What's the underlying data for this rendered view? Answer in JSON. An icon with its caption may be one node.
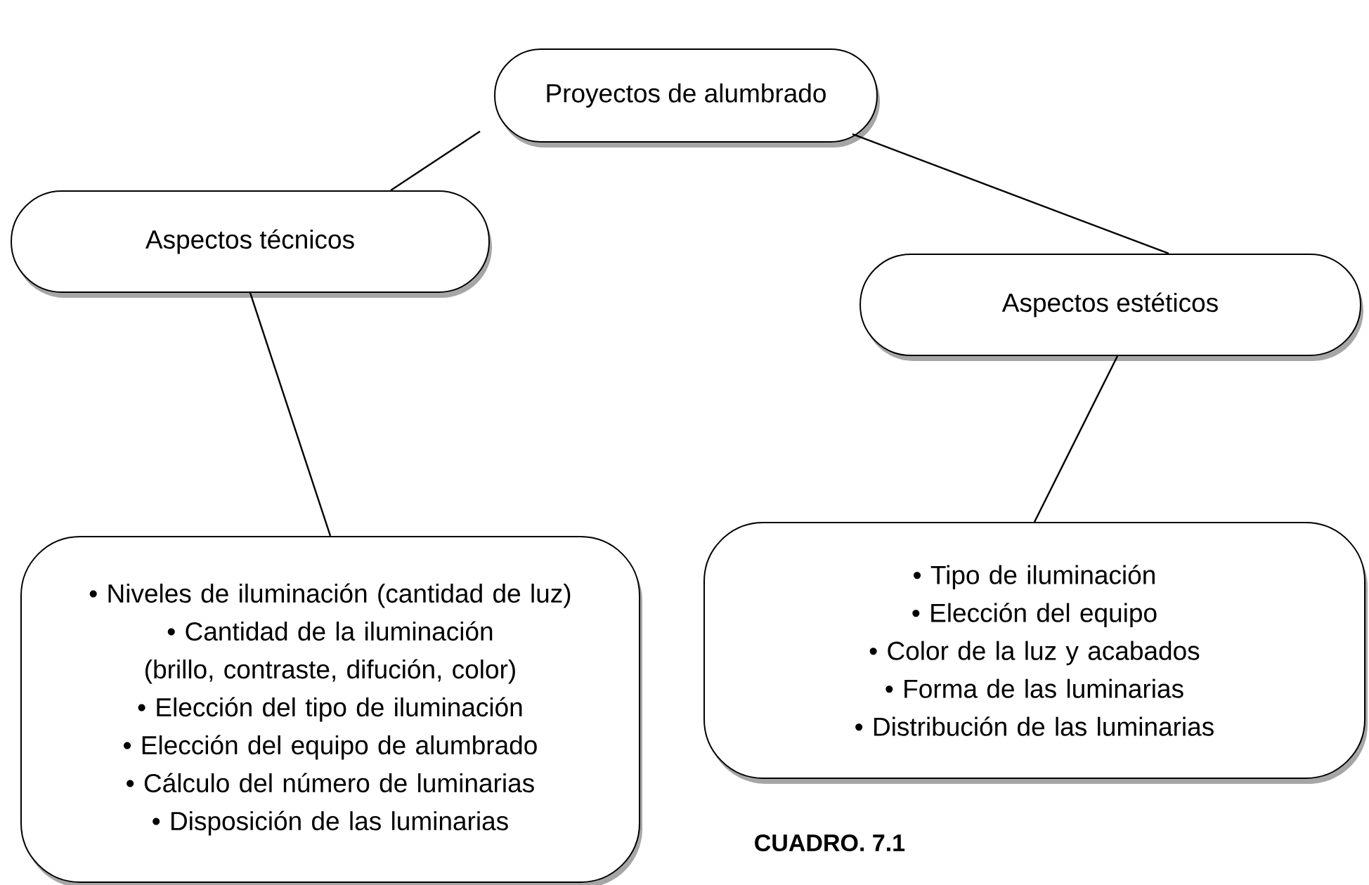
{
  "diagram": {
    "caption": "CUADRO. 7.1",
    "nodes": [
      {
        "text": [
          "Proyectos de alumbrado"
        ]
      },
      {
        "text": [
          "Aspectos técnicos"
        ]
      },
      {
        "text": [
          "Aspectos estéticos"
        ]
      },
      {
        "text": [
          "• Niveles de iluminación (cantidad de luz)",
          "• Cantidad de la iluminación (brillo, contraste, difución, color)",
          "• Elección del tipo de iluminación",
          "• Elección del equipo de alumbrado",
          "• Cálculo del número de luminarias",
          "• Disposición de las luminarias"
        ]
      },
      {
        "text": [
          "• Tipo de iluminación",
          "• Elección del equipo",
          "• Color de la luz y acabados",
          "• Forma de las luminarias",
          "• Distribución de las luminarias"
        ]
      }
    ],
    "edges": [
      {
        "from": 0,
        "to": 1,
        "arrow": "none"
      },
      {
        "from": 0,
        "to": 2,
        "arrow": "none"
      },
      {
        "from": 1,
        "to": 3,
        "arrow": "none"
      },
      {
        "from": 2,
        "to": 4,
        "arrow": "none"
      }
    ]
  }
}
